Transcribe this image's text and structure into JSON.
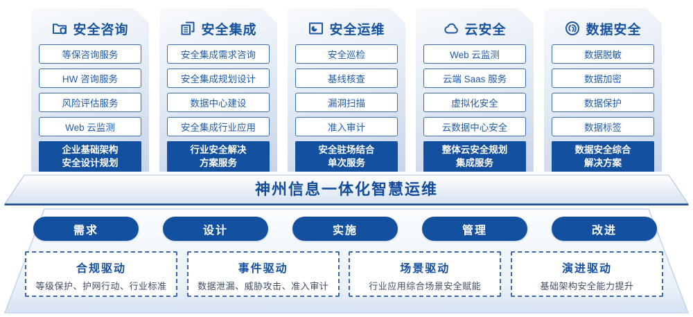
{
  "banner": {
    "title": "神州信息一体化智慧运维"
  },
  "columns": [
    {
      "title": "安全咨询",
      "icon": "folder-shield-icon",
      "items": [
        "等保咨询服务",
        "HW 咨询服务",
        "风险评估服务",
        "Web 云监测"
      ],
      "highlight": "企业基础架构\n安全设计规划"
    },
    {
      "title": "安全集成",
      "icon": "documents-icon",
      "items": [
        "安全集成需求咨询",
        "安全集成规划设计",
        "数据中心建设",
        "安全集成行业应用"
      ],
      "highlight": "行业安全解决\n方案服务"
    },
    {
      "title": "安全运维",
      "icon": "folder-chart-icon",
      "items": [
        "安全巡检",
        "基线核查",
        "漏洞扫描",
        "准入审计"
      ],
      "highlight": "安全驻场结合\n单次服务"
    },
    {
      "title": "云安全",
      "icon": "cloud-icon",
      "items": [
        "Web 云监测",
        "云端 Saas 服务",
        "虚拟化安全",
        "云数据中心安全"
      ],
      "highlight": "整体云安全规划\n集成服务"
    },
    {
      "title": "数据安全",
      "icon": "fingerprint-icon",
      "items": [
        "数据脱敏",
        "数据加密",
        "数据保护",
        "数据标签"
      ],
      "highlight": "数据安全综合\n解决方案"
    }
  ],
  "process_pills": [
    "需求",
    "设计",
    "实施",
    "管理",
    "改进"
  ],
  "drivers": [
    {
      "title": "合规驱动",
      "desc": "等级保护、护网行动、行业标准"
    },
    {
      "title": "事件驱动",
      "desc": "数据泄漏、威胁攻击、准入审计"
    },
    {
      "title": "场景驱动",
      "desc": "行业应用综合场景安全赋能"
    },
    {
      "title": "演进驱动",
      "desc": "基础架构安全能力提升"
    }
  ],
  "colors": {
    "primary": "#1450a0",
    "item_border": "#3c6cb0",
    "desc_text": "#3e4c63"
  }
}
